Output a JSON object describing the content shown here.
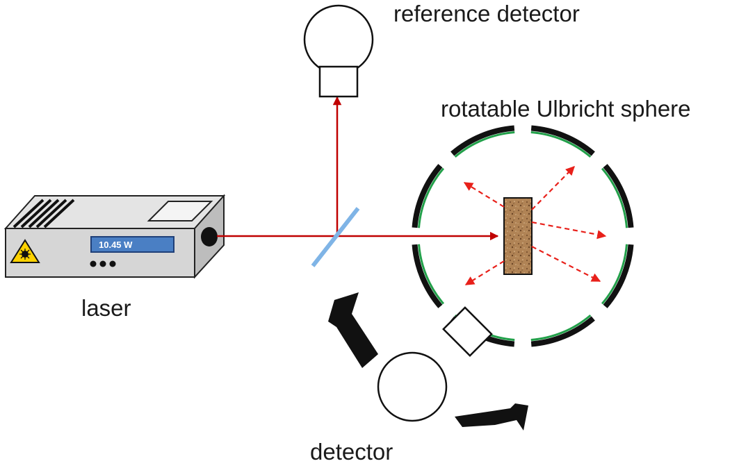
{
  "labels": {
    "reference_detector": "reference detector",
    "sphere": "rotatable Ulbricht sphere",
    "laser": "laser",
    "detector": "detector"
  },
  "laser": {
    "display": "10.45 W"
  },
  "colors": {
    "beam": "#c00000",
    "scatter_arrows": "#e8201a",
    "sphere_coating": "#22a04a",
    "beam_splitter": "#7fb4e6",
    "display_bg": "#4a7fc4",
    "sample": "#b08355"
  },
  "icons": [
    "laser-warning-icon",
    "rotation-arrow-icon"
  ]
}
